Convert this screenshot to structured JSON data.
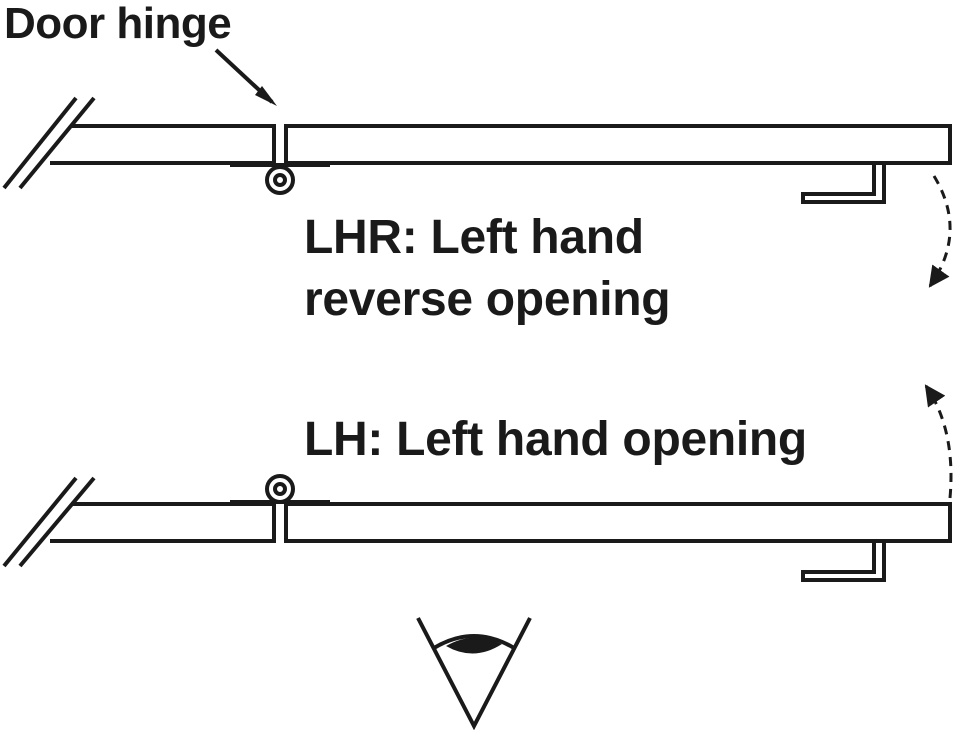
{
  "labels": {
    "door_hinge": "Door hinge",
    "lhr_line1": "LHR: Left hand",
    "lhr_line2": "reverse opening",
    "lh": "LH: Left hand opening"
  },
  "colors": {
    "stroke": "#1a1a1a",
    "background": "#ffffff"
  },
  "icons": {
    "viewer": "eye-icon"
  }
}
